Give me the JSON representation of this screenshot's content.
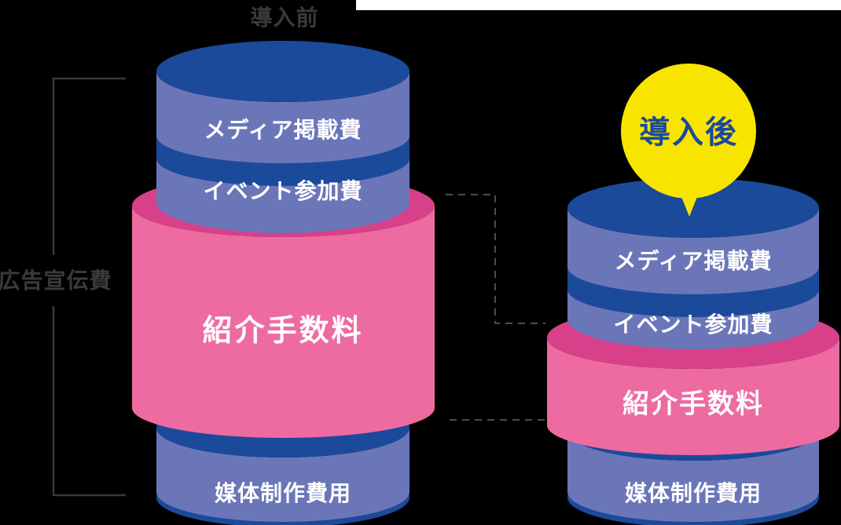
{
  "bracket_label": "広告宣伝費",
  "before": {
    "title": "導入前",
    "media_fee": "メディア掲載費",
    "event_fee": "イベント参加費",
    "referral_fee": "紹介手数料",
    "production_fee": "媒体制作費用"
  },
  "after": {
    "badge": "導入後",
    "media_fee": "メディア掲載費",
    "event_fee": "イベント参加費",
    "referral_fee": "紹介手数料",
    "production_fee": "媒体制作費用"
  },
  "colors": {
    "background": "#000000",
    "white_strip": "#ffffff",
    "dark_blue": "#1b4a9b",
    "body_blue": "#6b76b9",
    "pink": "#ed6ba1",
    "dark_pink": "#d8408a",
    "yellow": "#f7e500",
    "white_text": "#ffffff",
    "gray_text": "#3a3a3a",
    "dash_gray": "#4d4d4d"
  }
}
